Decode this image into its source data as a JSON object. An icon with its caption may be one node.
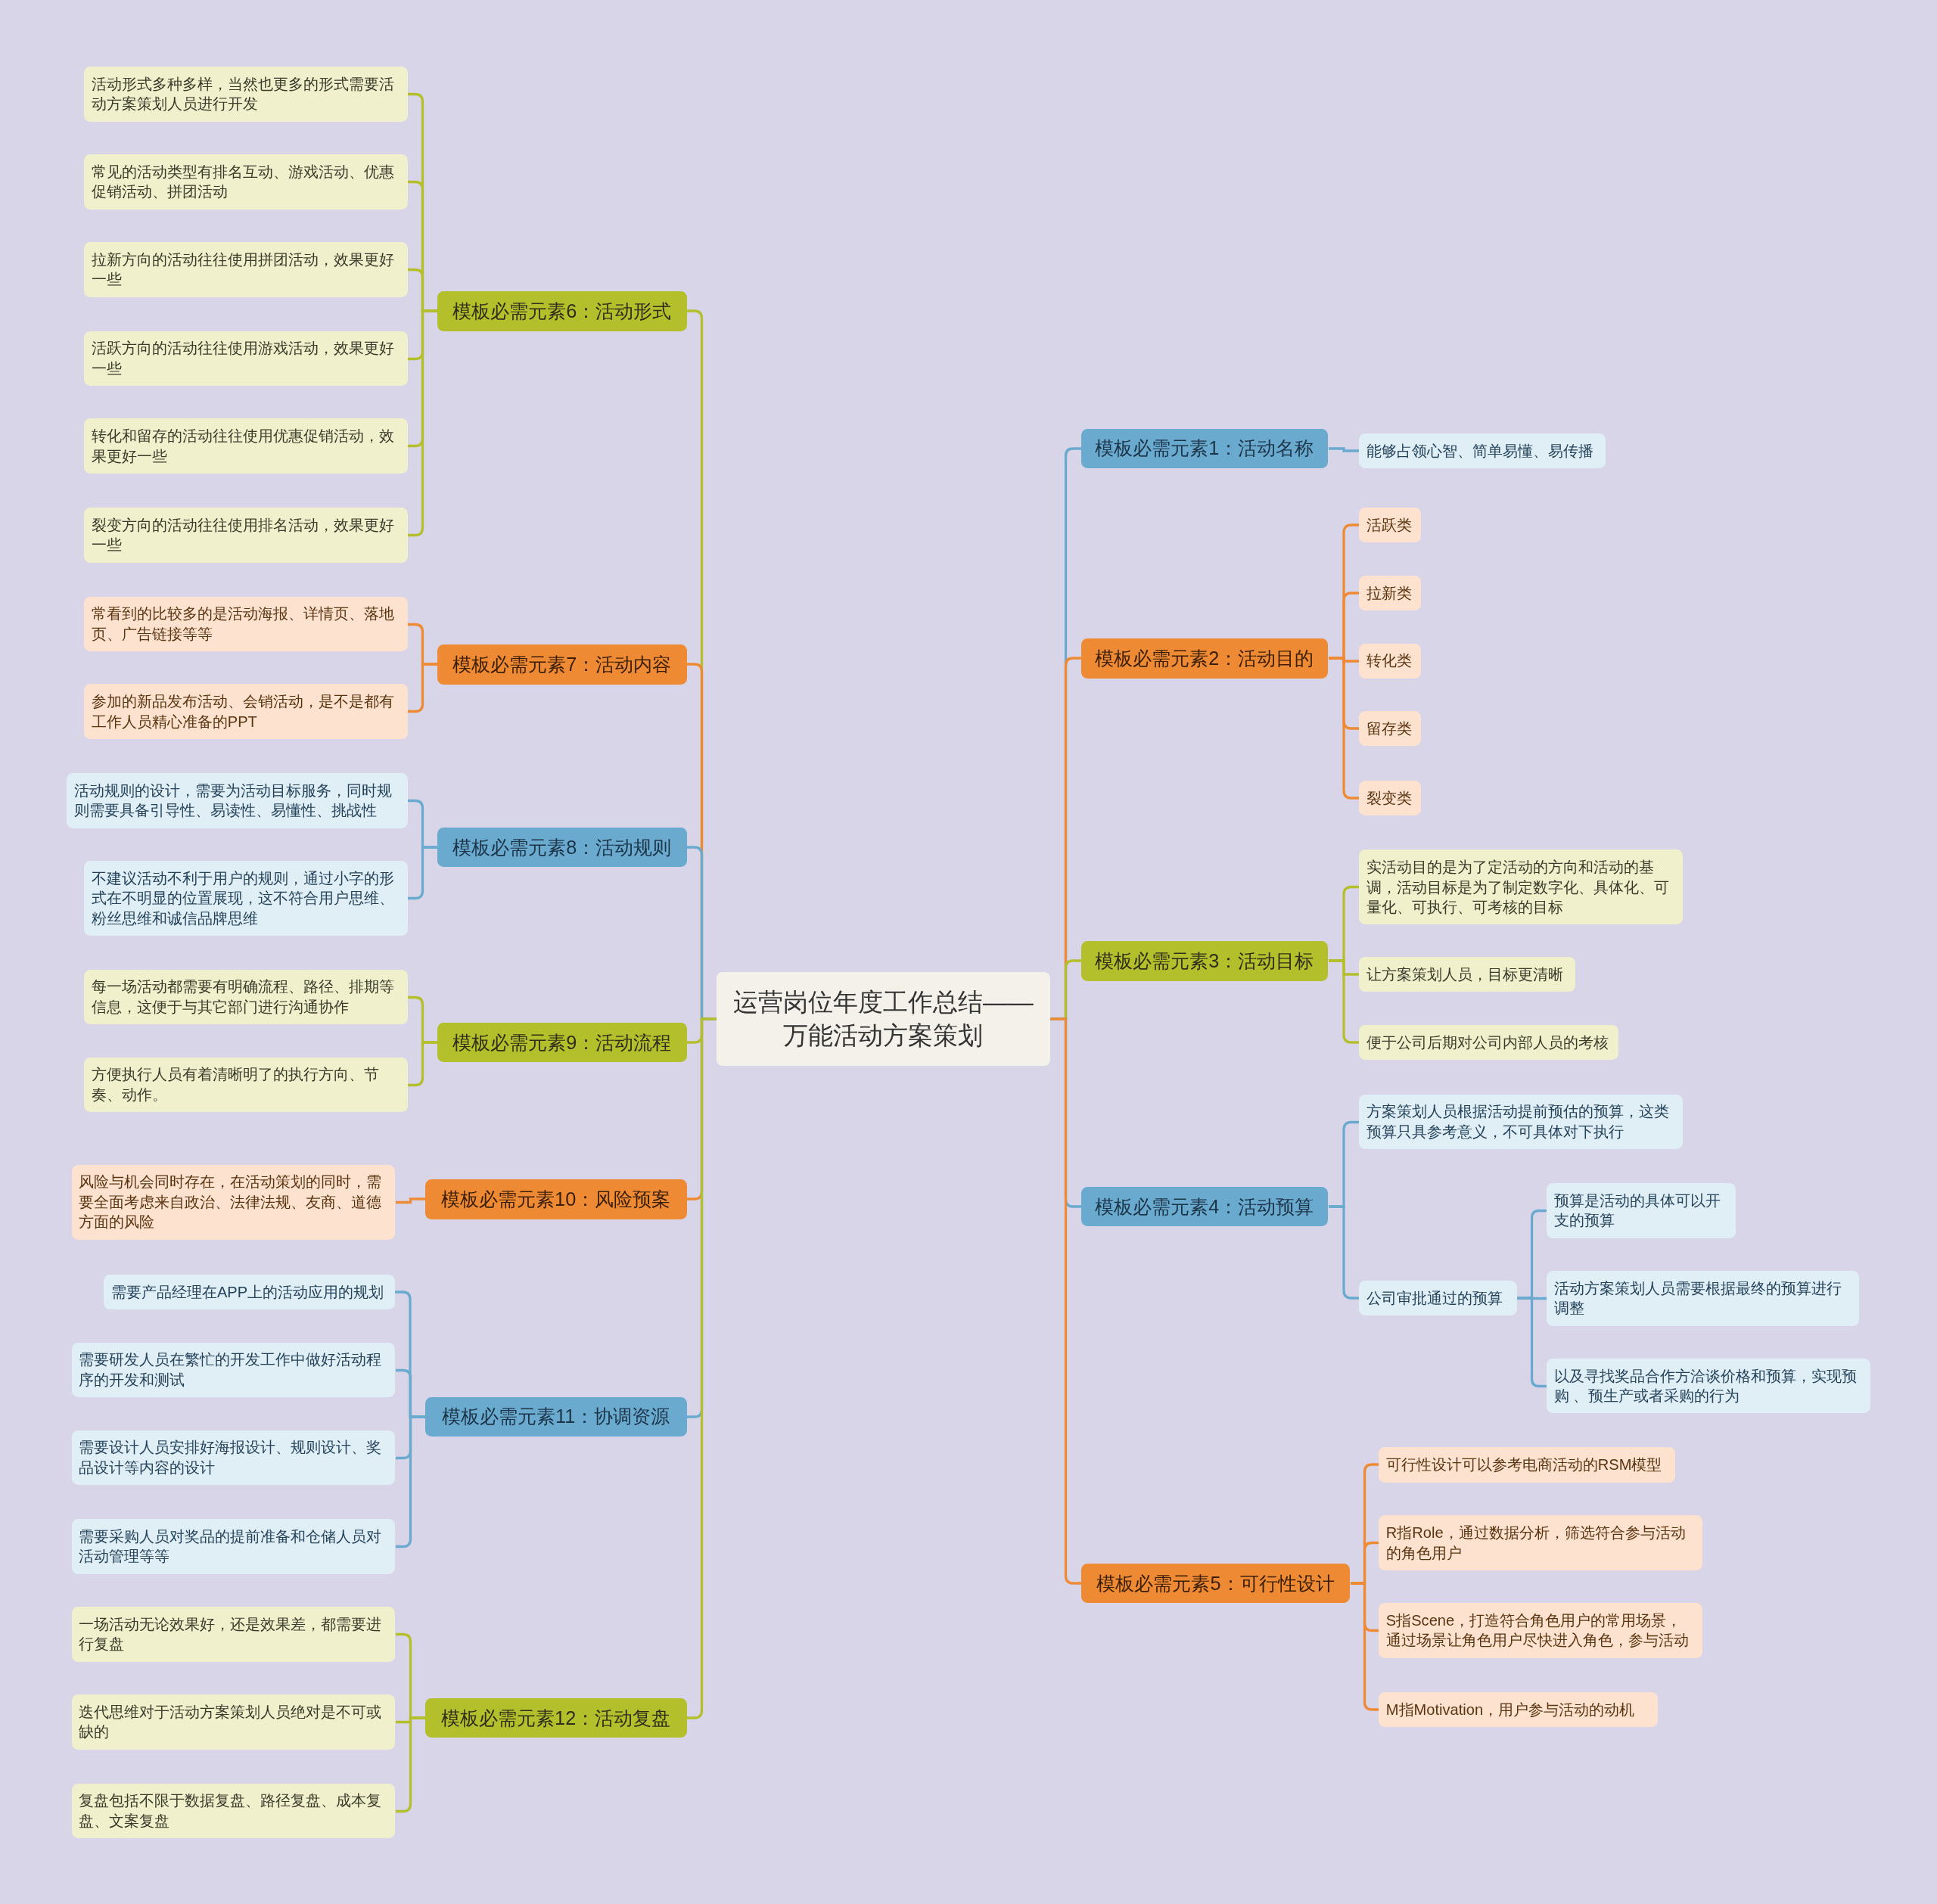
{
  "diagram": {
    "nodes": [
      {
        "text": [
          "运营岗位年度工作总结——万能活动方案策划"
        ]
      },
      {
        "text": [
          "模板必需元素1：活动名称"
        ]
      },
      {
        "text": [
          "能够占领心智、简单易懂、易传播"
        ]
      },
      {
        "text": [
          "模板必需元素2：活动目的"
        ]
      },
      {
        "text": [
          "活跃类"
        ]
      },
      {
        "text": [
          "拉新类"
        ]
      },
      {
        "text": [
          "转化类"
        ]
      },
      {
        "text": [
          "留存类"
        ]
      },
      {
        "text": [
          "裂变类"
        ]
      },
      {
        "text": [
          "模板必需元素3：活动目标"
        ]
      },
      {
        "text": [
          "实活动目的是为了定活动的方向和活动的基调，活动目标是为了制定数字化、具体化、可量化、可执行、可考核的目标"
        ]
      },
      {
        "text": [
          "让方案策划人员，目标更清晰"
        ]
      },
      {
        "text": [
          "便于公司后期对公司内部人员的考核"
        ]
      },
      {
        "text": [
          "模板必需元素4：活动预算"
        ]
      },
      {
        "text": [
          "方案策划人员根据活动提前预估的预算，这类预算只具参考意义，不可具体对下执行"
        ]
      },
      {
        "text": [
          "公司审批通过的预算"
        ]
      },
      {
        "text": [
          "预算是活动的具体可以开支的预算"
        ]
      },
      {
        "text": [
          "活动方案策划人员需要根据最终的预算进行调整"
        ]
      },
      {
        "text": [
          "以及寻找奖品合作方洽谈价格和预算，实现预购 、预生产或者采购的行为"
        ]
      },
      {
        "text": [
          "模板必需元素5：可行性设计"
        ]
      },
      {
        "text": [
          "可行性设计可以参考电商活动的RSM模型"
        ]
      },
      {
        "text": [
          "R指Role，通过数据分析，筛选符合参与活动的角色用户"
        ]
      },
      {
        "text": [
          "S指Scene，打造符合角色用户的常用场景，通过场景让角色用户尽快进入角色，参与活动"
        ]
      },
      {
        "text": [
          "M指Motivation，用户参与活动的动机"
        ]
      },
      {
        "text": [
          "模板必需元素6：活动形式"
        ]
      },
      {
        "text": [
          "活动形式多种多样，当然也更多的形式需要活动方案策划人员进行开发"
        ]
      },
      {
        "text": [
          "常见的活动类型有排名互动、游戏活动、优惠促销活动、拼团活动"
        ]
      },
      {
        "text": [
          "拉新方向的活动往往使用拼团活动，效果更好一些"
        ]
      },
      {
        "text": [
          "活跃方向的活动往往使用游戏活动，效果更好一些"
        ]
      },
      {
        "text": [
          "转化和留存的活动往往使用优惠促销活动，效果更好一些"
        ]
      },
      {
        "text": [
          "裂变方向的活动往往使用排名活动，效果更好一些"
        ]
      },
      {
        "text": [
          "模板必需元素7：活动内容"
        ]
      },
      {
        "text": [
          "常看到的比较多的是活动海报、详情页、落地页、广告链接等等"
        ]
      },
      {
        "text": [
          "参加的新品发布活动、会销活动，是不是都有工作人员精心准备的PPT"
        ]
      },
      {
        "text": [
          "模板必需元素8：活动规则"
        ]
      },
      {
        "text": [
          "活动规则的设计，需要为活动目标服务，同时规则需要具备引导性、易读性、易懂性、挑战性"
        ]
      },
      {
        "text": [
          "不建议活动不利于用户的规则，通过小字的形式在不明显的位置展现，这不符合用户思维、粉丝思维和诚信品牌思维"
        ]
      },
      {
        "text": [
          "模板必需元素9：活动流程"
        ]
      },
      {
        "text": [
          "每一场活动都需要有明确流程、路径、排期等信息，这便于与其它部门进行沟通协作"
        ]
      },
      {
        "text": [
          "方便执行人员有着清晰明了的执行方向、节奏、动作。"
        ]
      },
      {
        "text": [
          "模板必需元素10：风险预案"
        ]
      },
      {
        "text": [
          "风险与机会同时存在，在活动策划的同时，需要全面考虑来自政治、法律法规、友商、道德方面的风险"
        ]
      },
      {
        "text": [
          "模板必需元素11：协调资源"
        ]
      },
      {
        "text": [
          "需要产品经理在APP上的活动应用的规划"
        ]
      },
      {
        "text": [
          "需要研发人员在繁忙的开发工作中做好活动程序的开发和测试"
        ]
      },
      {
        "text": [
          "需要设计人员安排好海报设计、规则设计、奖品设计等内容的设计"
        ]
      },
      {
        "text": [
          "需要采购人员对奖品的提前准备和仓储人员对活动管理等等"
        ]
      },
      {
        "text": [
          "模板必需元素12：活动复盘"
        ]
      },
      {
        "text": [
          "一场活动无论效果好，还是效果差，都需要进行复盘"
        ]
      },
      {
        "text": [
          "迭代思维对于活动方案策划人员绝对是不可或缺的"
        ]
      },
      {
        "text": [
          "复盘包括不限于数据复盘、路径复盘、成本复盘、文案复盘"
        ]
      }
    ],
    "edges": [
      {
        "from": 0,
        "to": 1,
        "arrow": "none",
        "color": "#6aaacf"
      },
      {
        "from": 1,
        "to": 2,
        "arrow": "none",
        "color": "#6aaacf"
      },
      {
        "from": 0,
        "to": 3,
        "arrow": "none",
        "color": "#ef8a34"
      },
      {
        "from": 3,
        "to": 4,
        "arrow": "none",
        "color": "#ef8a34"
      },
      {
        "from": 3,
        "to": 5,
        "arrow": "none",
        "color": "#ef8a34"
      },
      {
        "from": 3,
        "to": 6,
        "arrow": "none",
        "color": "#ef8a34"
      },
      {
        "from": 3,
        "to": 7,
        "arrow": "none",
        "color": "#ef8a34"
      },
      {
        "from": 3,
        "to": 8,
        "arrow": "none",
        "color": "#ef8a34"
      },
      {
        "from": 0,
        "to": 9,
        "arrow": "none",
        "color": "#b4bf2c"
      },
      {
        "from": 9,
        "to": 10,
        "arrow": "none",
        "color": "#b4bf2c"
      },
      {
        "from": 9,
        "to": 11,
        "arrow": "none",
        "color": "#b4bf2c"
      },
      {
        "from": 9,
        "to": 12,
        "arrow": "none",
        "color": "#b4bf2c"
      },
      {
        "from": 0,
        "to": 13,
        "arrow": "none",
        "color": "#6aaacf"
      },
      {
        "from": 13,
        "to": 14,
        "arrow": "none",
        "color": "#6aaacf"
      },
      {
        "from": 13,
        "to": 15,
        "arrow": "none",
        "color": "#6aaacf"
      },
      {
        "from": 15,
        "to": 16,
        "arrow": "none",
        "color": "#6aaacf"
      },
      {
        "from": 15,
        "to": 17,
        "arrow": "none",
        "color": "#6aaacf"
      },
      {
        "from": 15,
        "to": 18,
        "arrow": "none",
        "color": "#6aaacf"
      },
      {
        "from": 0,
        "to": 19,
        "arrow": "none",
        "color": "#ef8a34"
      },
      {
        "from": 19,
        "to": 20,
        "arrow": "none",
        "color": "#ef8a34"
      },
      {
        "from": 19,
        "to": 21,
        "arrow": "none",
        "color": "#ef8a34"
      },
      {
        "from": 19,
        "to": 22,
        "arrow": "none",
        "color": "#ef8a34"
      },
      {
        "from": 19,
        "to": 23,
        "arrow": "none",
        "color": "#ef8a34"
      },
      {
        "from": 0,
        "to": 24,
        "arrow": "none",
        "color": "#b4bf2c"
      },
      {
        "from": 24,
        "to": 25,
        "arrow": "none",
        "color": "#b4bf2c"
      },
      {
        "from": 24,
        "to": 26,
        "arrow": "none",
        "color": "#b4bf2c"
      },
      {
        "from": 24,
        "to": 27,
        "arrow": "none",
        "color": "#b4bf2c"
      },
      {
        "from": 24,
        "to": 28,
        "arrow": "none",
        "color": "#b4bf2c"
      },
      {
        "from": 24,
        "to": 29,
        "arrow": "none",
        "color": "#b4bf2c"
      },
      {
        "from": 24,
        "to": 30,
        "arrow": "none",
        "color": "#b4bf2c"
      },
      {
        "from": 0,
        "to": 31,
        "arrow": "none",
        "color": "#ef8a34"
      },
      {
        "from": 31,
        "to": 32,
        "arrow": "none",
        "color": "#ef8a34"
      },
      {
        "from": 31,
        "to": 33,
        "arrow": "none",
        "color": "#ef8a34"
      },
      {
        "from": 0,
        "to": 34,
        "arrow": "none",
        "color": "#6aaacf"
      },
      {
        "from": 34,
        "to": 35,
        "arrow": "none",
        "color": "#6aaacf"
      },
      {
        "from": 34,
        "to": 36,
        "arrow": "none",
        "color": "#6aaacf"
      },
      {
        "from": 0,
        "to": 37,
        "arrow": "none",
        "color": "#b4bf2c"
      },
      {
        "from": 37,
        "to": 38,
        "arrow": "none",
        "color": "#b4bf2c"
      },
      {
        "from": 37,
        "to": 39,
        "arrow": "none",
        "color": "#b4bf2c"
      },
      {
        "from": 0,
        "to": 40,
        "arrow": "none",
        "color": "#ef8a34"
      },
      {
        "from": 40,
        "to": 41,
        "arrow": "none",
        "color": "#ef8a34"
      },
      {
        "from": 0,
        "to": 42,
        "arrow": "none",
        "color": "#6aaacf"
      },
      {
        "from": 42,
        "to": 43,
        "arrow": "none",
        "color": "#6aaacf"
      },
      {
        "from": 42,
        "to": 44,
        "arrow": "none",
        "color": "#6aaacf"
      },
      {
        "from": 42,
        "to": 45,
        "arrow": "none",
        "color": "#6aaacf"
      },
      {
        "from": 42,
        "to": 46,
        "arrow": "none",
        "color": "#6aaacf"
      },
      {
        "from": 0,
        "to": 47,
        "arrow": "none",
        "color": "#b4bf2c"
      },
      {
        "from": 47,
        "to": 48,
        "arrow": "none",
        "color": "#b4bf2c"
      },
      {
        "from": 47,
        "to": 49,
        "arrow": "none",
        "color": "#b4bf2c"
      },
      {
        "from": 47,
        "to": 50,
        "arrow": "none",
        "color": "#b4bf2c"
      }
    ]
  }
}
